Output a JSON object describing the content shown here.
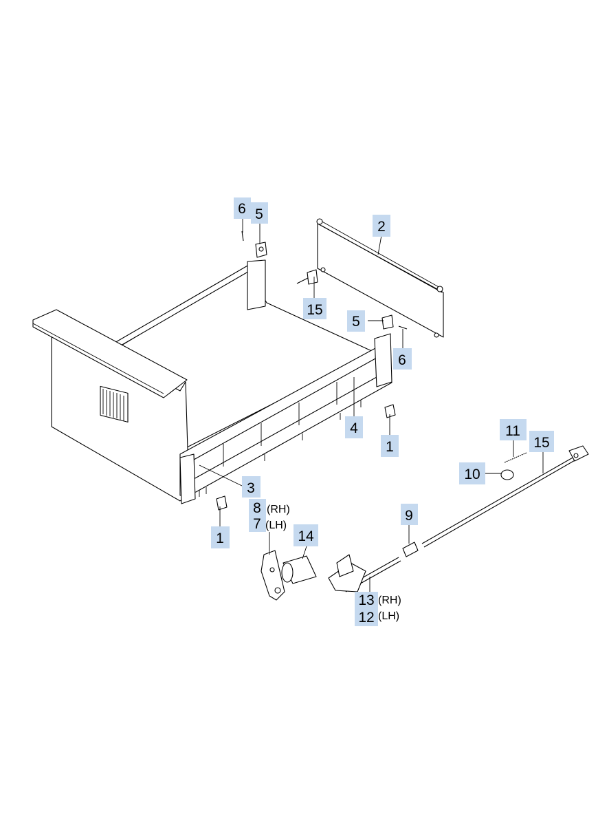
{
  "callouts": [
    {
      "id": "c-6-top",
      "number": "6",
      "suffix": ""
    },
    {
      "id": "c-5-top",
      "number": "5",
      "suffix": ""
    },
    {
      "id": "c-2",
      "number": "2",
      "suffix": ""
    },
    {
      "id": "c-15-top",
      "number": "15",
      "suffix": ""
    },
    {
      "id": "c-5-right",
      "number": "5",
      "suffix": ""
    },
    {
      "id": "c-6-right",
      "number": "6",
      "suffix": ""
    },
    {
      "id": "c-4",
      "number": "4",
      "suffix": ""
    },
    {
      "id": "c-1-right",
      "number": "1",
      "suffix": ""
    },
    {
      "id": "c-11",
      "number": "11",
      "suffix": ""
    },
    {
      "id": "c-15-right",
      "number": "15",
      "suffix": ""
    },
    {
      "id": "c-10",
      "number": "10",
      "suffix": ""
    },
    {
      "id": "c-3",
      "number": "3",
      "suffix": ""
    },
    {
      "id": "c-8",
      "number": "8",
      "suffix": "(RH)"
    },
    {
      "id": "c-7",
      "number": "7",
      "suffix": "(LH)"
    },
    {
      "id": "c-1-left",
      "number": "1",
      "suffix": ""
    },
    {
      "id": "c-14",
      "number": "14",
      "suffix": ""
    },
    {
      "id": "c-9",
      "number": "9",
      "suffix": ""
    },
    {
      "id": "c-13",
      "number": "13",
      "suffix": "(RH)"
    },
    {
      "id": "c-12",
      "number": "12",
      "suffix": "(LH)"
    }
  ],
  "colors": {
    "label_highlight": "#c5d9ef",
    "line": "#000000"
  }
}
